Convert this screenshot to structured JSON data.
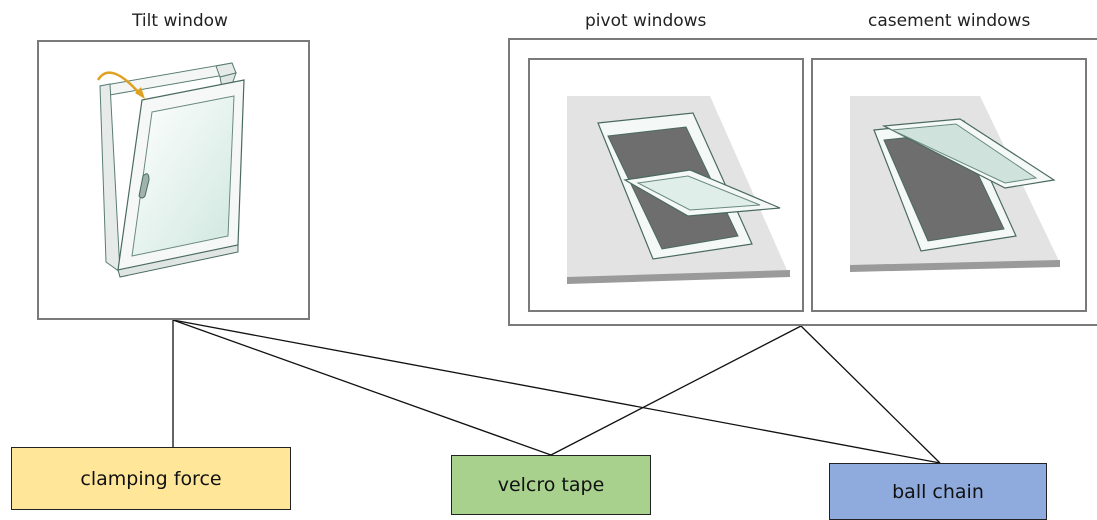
{
  "titles": {
    "tilt": "Tilt window",
    "pivot": "pivot windows",
    "casement": "casement windows"
  },
  "methods": {
    "clamping": "clamping force",
    "velcro": "velcro tape",
    "ball": "ball chain"
  },
  "colors": {
    "clamping": "#ffe699",
    "velcro": "#a9d18e",
    "ball": "#8faadc",
    "frame": "#7a7a7a",
    "arrow": "#e0a020"
  },
  "icons": {
    "tilt": "tilt-window-icon",
    "pivot": "pivot-window-icon",
    "casement": "casement-window-icon"
  }
}
